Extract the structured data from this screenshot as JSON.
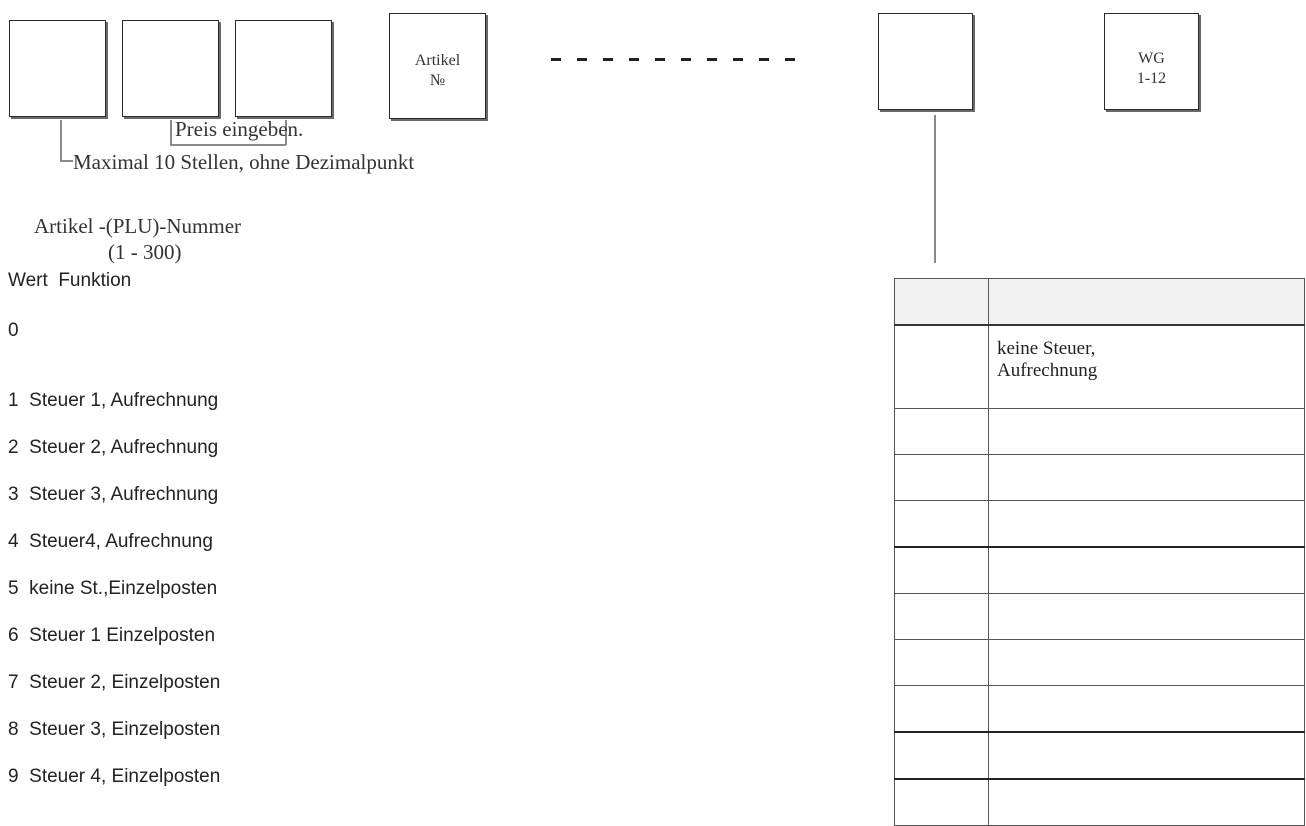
{
  "keys": {
    "artikel_line1": "Artikel",
    "artikel_line2": "№",
    "wg_line1": "WG",
    "wg_line2": "1-12"
  },
  "annotations": {
    "price_line1": "Preis eingeben.",
    "price_line2": "Maximal 10 Stellen, ohne Dezimalpunkt",
    "plu_line1": "Artikel -(PLU)-Nummer",
    "plu_line2": "(1 - 300)"
  },
  "value_list": {
    "header": {
      "wert": "Wert",
      "funktion": "Funktion"
    },
    "items": [
      {
        "wert": "0",
        "funktion": ""
      },
      {
        "wert": "1",
        "funktion": "Steuer 1, Aufrechnung"
      },
      {
        "wert": "2",
        "funktion": "Steuer 2, Aufrechnung"
      },
      {
        "wert": "3",
        "funktion": "Steuer 3, Aufrechnung"
      },
      {
        "wert": "4",
        "funktion": "Steuer4, Aufrechnung"
      },
      {
        "wert": "5",
        "funktion": "keine St.,Einzelposten"
      },
      {
        "wert": "6",
        "funktion": "Steuer 1 Einzelposten"
      },
      {
        "wert": "7",
        "funktion": "Steuer 2, Einzelposten"
      },
      {
        "wert": "8",
        "funktion": "Steuer 3, Einzelposten"
      },
      {
        "wert": "9",
        "funktion": "Steuer 4, Einzelposten"
      }
    ]
  },
  "table": {
    "row0_line1": "keine Steuer,",
    "row0_line2": "Aufrechnung"
  }
}
